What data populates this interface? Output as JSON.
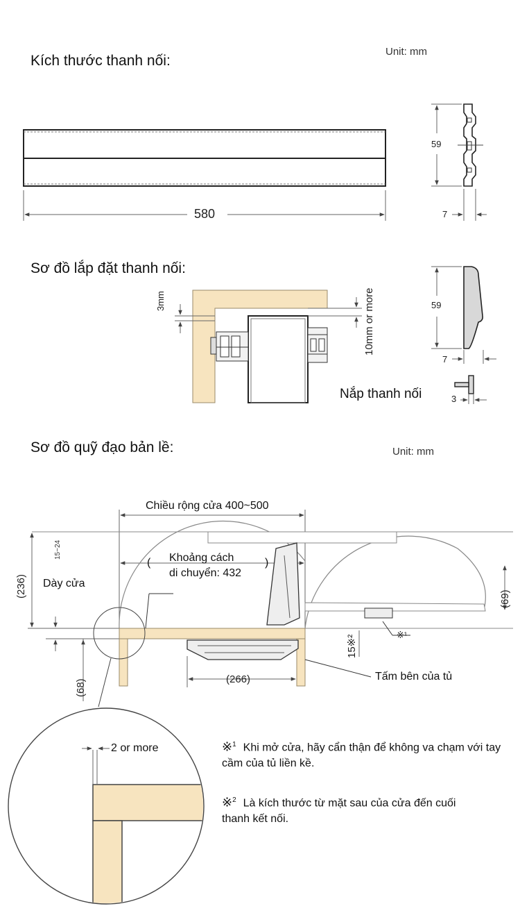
{
  "section1": {
    "title": "Kích thước thanh nối:",
    "unit": "Unit: mm",
    "length": "580",
    "height": "59",
    "thickness": "7"
  },
  "section2": {
    "title": "Sơ đồ lắp đặt thanh nối:",
    "gap_label": "3mm",
    "clearance_label": "10mm or more",
    "height": "59",
    "thickness": "7",
    "cap_label": "Nắp thanh nối",
    "cap_size": "3"
  },
  "section3": {
    "title": "Sơ đồ quỹ đạo bản lề:",
    "unit": "Unit: mm",
    "door_width": "Chiều rộng cửa 400~500",
    "move_distance_line1": "Khoảng cách",
    "move_distance_line2": "di chuyển: 432",
    "paren_open": "(",
    "paren_close": ")",
    "dim_236": "(236)",
    "dim_range": "15~24",
    "door_thickness": "Dày cửa",
    "dim_68": "(68)",
    "dim_266": "(266)",
    "dim_69": "(69)",
    "dim_15": "15※²",
    "mark_1": "※¹",
    "side_panel": "Tấm bên của tủ",
    "detail_gap": "2 or more"
  },
  "notes": [
    {
      "mark": "※",
      "sup": "1",
      "text": "Khi mở cửa, hãy cẩn thận để không va chạm với tay cầm của tủ liền kề."
    },
    {
      "mark": "※",
      "sup": "2",
      "text": "Là kích thước từ mặt sau của cửa đến cuối thanh kết nối."
    }
  ],
  "colors": {
    "wood": "#f7e4bf",
    "wood_edge": "#9a8a6a",
    "line": "#333333",
    "dimline": "#555555"
  }
}
